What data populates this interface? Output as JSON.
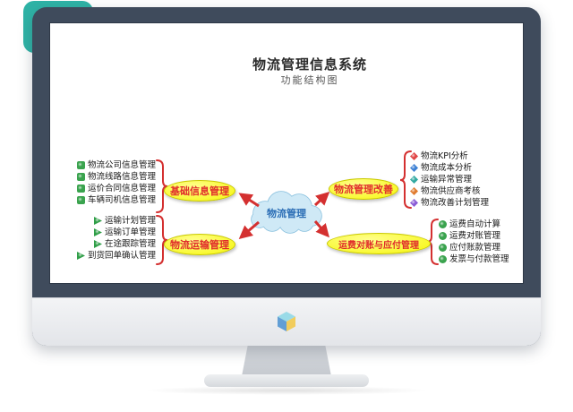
{
  "accent_color": "#2eb3a6",
  "diagram": {
    "title": "物流管理信息系统",
    "subtitle": "功能结构图",
    "center_label": "物流管理",
    "colors": {
      "oval_fill": "#ffff2e",
      "oval_text": "#e02b2b",
      "arrow": "#d43030",
      "brace": "#d43030",
      "cloud_fill": "#cfe9f6",
      "cloud_text": "#2a6db5"
    },
    "icon_colors": {
      "left_top": "#3aa34e",
      "left_bottom": "#2f9e47",
      "right_top": [
        "#e04343",
        "#3b7fd4",
        "#2fa8a0",
        "#e07b2e",
        "#8a5bd6"
      ],
      "right_bottom": "#3aa34e"
    },
    "groups": {
      "left_top": {
        "label": "基础信息管理",
        "items": [
          "物流公司信息管理",
          "物流线路信息管理",
          "运价合同信息管理",
          "车辆司机信息管理"
        ]
      },
      "left_bottom": {
        "label": "物流运输管理",
        "items": [
          "运输计划管理",
          "运输订单管理",
          "在途跟踪管理",
          "到货回单确认管理"
        ]
      },
      "right_top": {
        "label": "物流管理改善",
        "items": [
          "物流KPI分析",
          "物流成本分析",
          "运输异常管理",
          "物流供应商考核",
          "物流改善计划管理"
        ]
      },
      "right_bottom": {
        "label": "运费对账与应付管理",
        "items": [
          "运费自动计算",
          "运费对账管理",
          "应付账款管理",
          "发票与付款管理"
        ]
      }
    }
  }
}
